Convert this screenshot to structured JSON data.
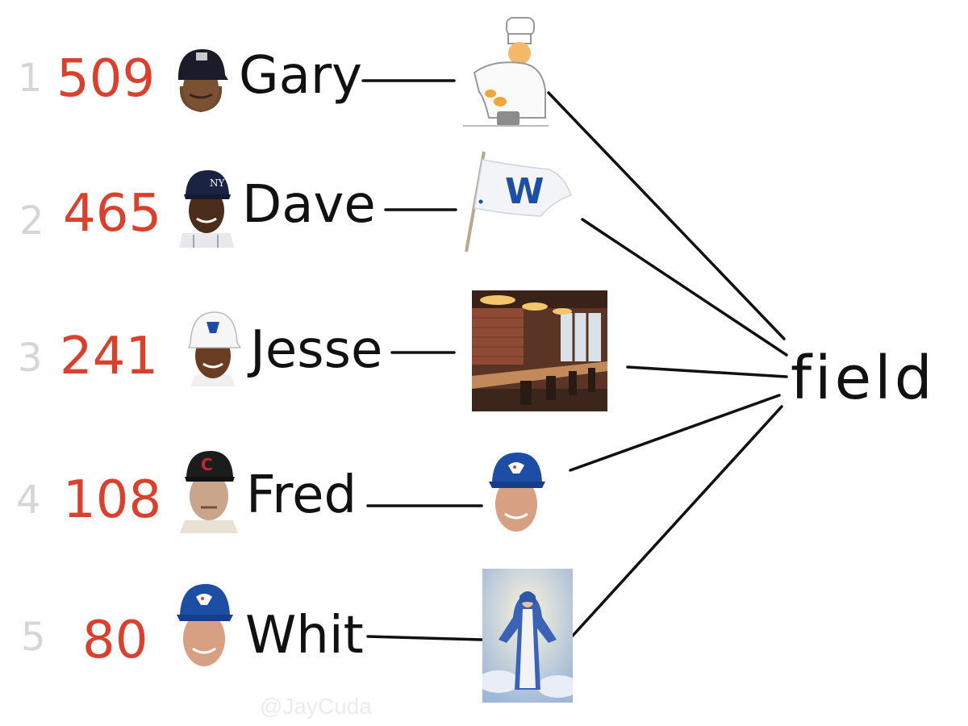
{
  "rows": [
    {
      "rank": "1",
      "count": "509",
      "name": "Gary",
      "player_icon": "batting-helmet-player-portrait",
      "association_icon": "chef-cooking-icon"
    },
    {
      "rank": "2",
      "count": "465",
      "name": "Dave",
      "player_icon": "yankees-cap-player-portrait",
      "association_icon": "w-flag-icon"
    },
    {
      "rank": "3",
      "count": "241",
      "name": "Jesse",
      "player_icon": "blue-jays-helmet-player-portrait",
      "association_icon": "bar-interior-photo"
    },
    {
      "rank": "4",
      "count": "108",
      "name": "Fred",
      "player_icon": "c-cap-player-portrait",
      "association_icon": "blue-jays-cap-player-portrait"
    },
    {
      "rank": "5",
      "count": "80",
      "name": "Whit",
      "player_icon": "blue-jays-cap-player-portrait",
      "association_icon": "virgin-mary-painting"
    }
  ],
  "hub": {
    "label": "field"
  },
  "credit": "@JayCuda",
  "colors": {
    "count": "#d9412e",
    "rank": "#d6d6d6",
    "text": "#111111",
    "jays_blue": "#1d4ea6"
  }
}
